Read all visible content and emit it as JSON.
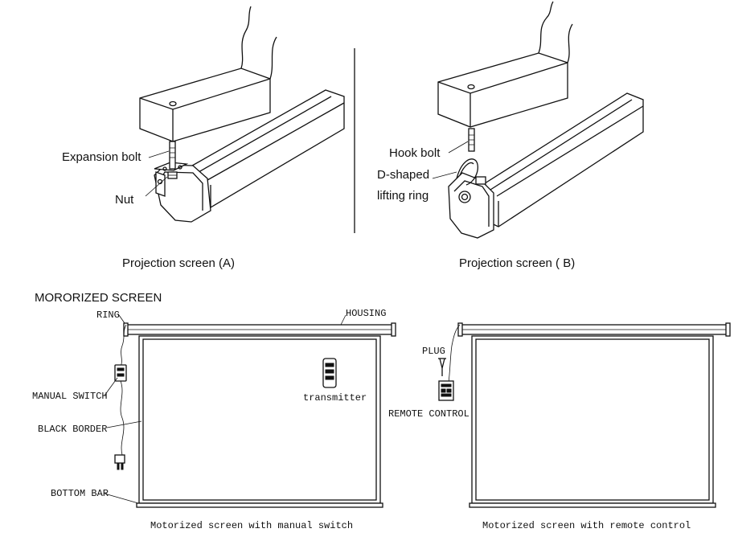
{
  "top_left": {
    "labels": {
      "expansion_bolt": "Expansion bolt",
      "nut": "Nut"
    },
    "caption": "Projection screen (A)"
  },
  "top_right": {
    "labels": {
      "hook_bolt": "Hook bolt",
      "d_shaped_1": "D-shaped",
      "d_shaped_2": "lifting ring"
    },
    "caption": "Projection screen ( B)"
  },
  "section_title": "MORORIZED SCREEN",
  "bottom_left": {
    "labels": {
      "ring": "RING",
      "housing": "HOUSING",
      "manual_switch": "MANUAL SWITCH",
      "black_border": "BLACK BORDER",
      "bottom_bar": "BOTTOM BAR",
      "transmitter": "transmitter"
    },
    "caption": "Motorized screen with manual switch"
  },
  "bottom_right": {
    "labels": {
      "plug": "PLUG",
      "remote_control": "REMOTE CONTROL"
    },
    "caption": "Motorized screen with remote control"
  }
}
